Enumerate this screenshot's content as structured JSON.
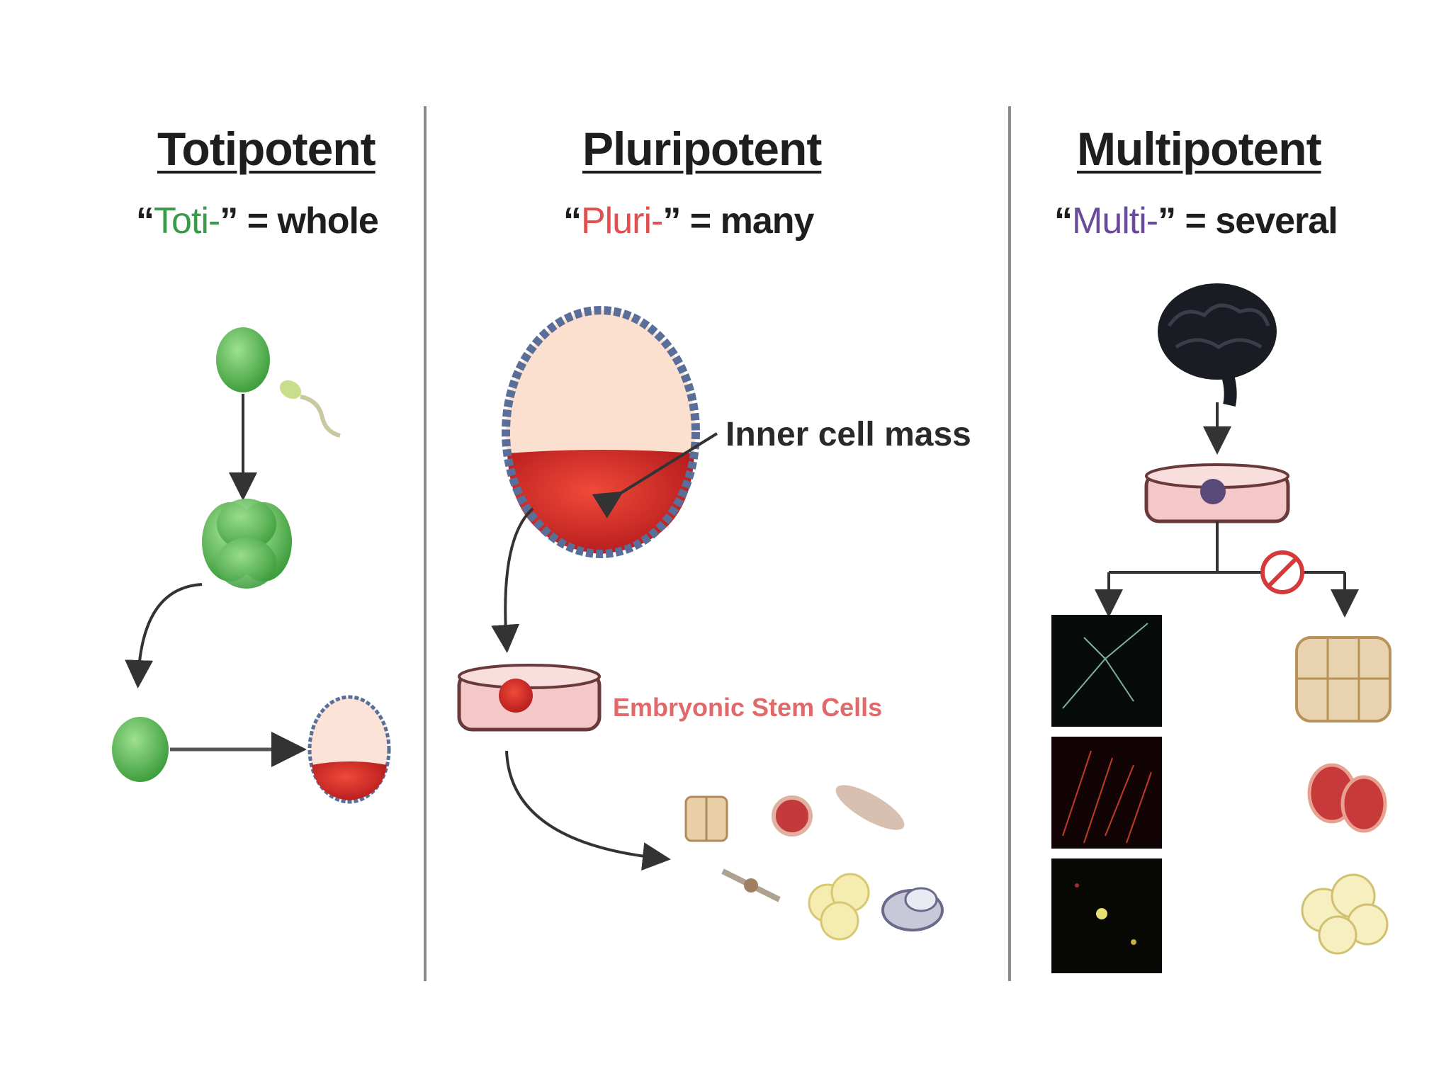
{
  "panels": [
    {
      "title": "Totipotent",
      "prefix_open": "“",
      "prefix": "Toti-",
      "prefix_close": "”",
      "meaning": " = whole",
      "prefix_color": "#3a9a4a"
    },
    {
      "title": "Pluripotent",
      "prefix_open": "“",
      "prefix": "Pluri-",
      "prefix_close": "”",
      "meaning": " = many",
      "prefix_color": "#e05050"
    },
    {
      "title": "Multipotent",
      "prefix_open": "“",
      "prefix": "Multi-",
      "prefix_close": "”",
      "meaning": " = several",
      "prefix_color": "#6a4a9a"
    }
  ],
  "labels": {
    "inner_cell_mass": "Inner cell mass",
    "embryonic_stem_cells": "Embryonic Stem Cells"
  },
  "colors": {
    "zygote_green": "#5cbf5c",
    "blastocyst_fill": "#f9dccc",
    "icm_red": "#d42a2a",
    "trophoblast_blue": "#5a6e9a",
    "dish_pink": "#f2c4c4",
    "divider": "#888888",
    "forbidden_red": "#d43a3a"
  },
  "icons": [
    "sperm-icon",
    "brain-icon",
    "petri-dish-icon",
    "no-entry-icon"
  ]
}
